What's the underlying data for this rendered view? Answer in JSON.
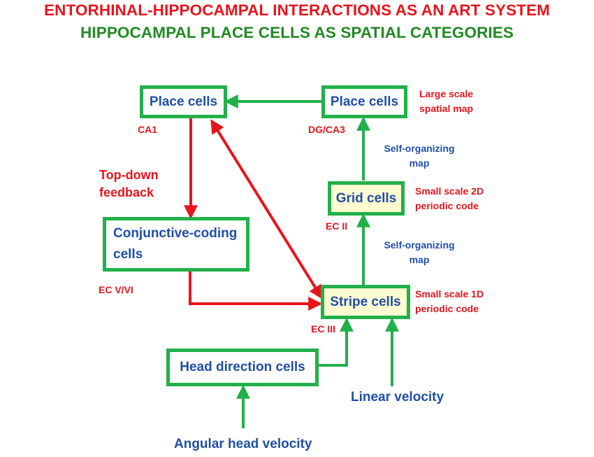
{
  "titles": {
    "line1": "ENTORHINAL-HIPPOCAMPAL INTERACTIONS AS AN ART SYSTEM",
    "line2": "HIPPOCAMPAL PLACE CELLS AS SPATIAL CATEGORIES"
  },
  "boxes": {
    "place_cells_ca1": "Place cells",
    "place_cells_dg": "Place cells",
    "grid_cells": "Grid cells",
    "conjunctive_line1": "Conjunctive-coding",
    "conjunctive_line2": "cells",
    "stripe_cells": "Stripe cells",
    "head_direction": "Head direction cells"
  },
  "region_labels": {
    "ca1": "CA1",
    "dg_ca3": "DG/CA3",
    "ec_ii": "EC II",
    "ec_v_vi": "EC V/VI",
    "ec_iii": "EC III"
  },
  "annotations": {
    "large_scale_line1": "Large scale",
    "large_scale_line2": "spatial map",
    "small_2d_line1": "Small scale 2D",
    "small_2d_line2": "periodic code",
    "small_1d_line1": "Small scale 1D",
    "small_1d_line2": "periodic code",
    "som_upper_line1": "Self-organizing",
    "som_upper_line2": "map",
    "som_lower_line1": "Self-organizing",
    "som_lower_line2": "map",
    "top_down_line1": "Top-down",
    "top_down_line2": "feedback"
  },
  "inputs": {
    "linear_velocity": "Linear velocity",
    "angular_head_velocity": "Angular head velocity"
  },
  "colors": {
    "red": "#e8141c",
    "green_title": "#1f8a22",
    "box_border": "#22b04a",
    "blue_text": "#1f4fa8",
    "yellow_fill": "#fdfbd0"
  }
}
